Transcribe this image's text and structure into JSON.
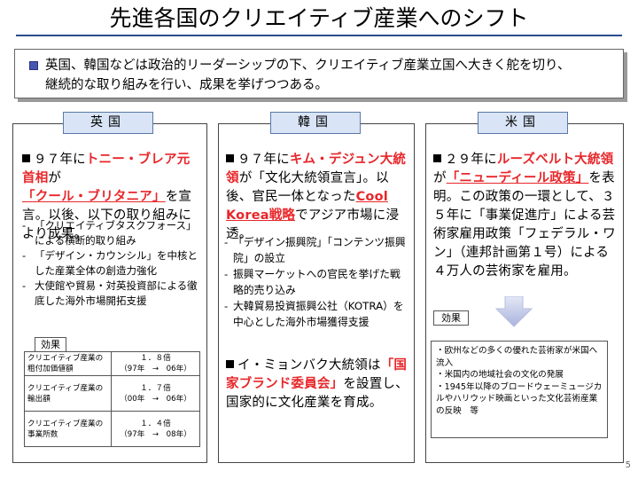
{
  "title": "先進各国のクリエイティブ産業へのシフト",
  "intro": {
    "line1": "英国、韓国などは政治的リーダーシップの下、クリエイティブ産業立国へ大きく舵を切り、",
    "line2": "継続的な取り組みを行い、成果を挙げつつある。"
  },
  "uk": {
    "tab": "英国",
    "main": {
      "p1": "９７年に",
      "red1": "トニー・ブレア元首相",
      "p2": "が",
      "red2": "「クール・ブリタニア」",
      "p3": "を宣言。以後、以下の取り組みにより成果。"
    },
    "sub_items": [
      "「クリエイティブタスクフォース」による横断的取り組み",
      "「デザイン・カウンシル」を中核とした産業全体の創造力強化",
      "大使館や貿易・対英投資部による徹底した海外市場開拓支援"
    ],
    "effect_label": "効果",
    "effects": [
      {
        "label_line1": "クリエイティブ産業の",
        "label_line2": "粗付加価値額",
        "value": "１．８倍",
        "period": "（97年　→　06年）"
      },
      {
        "label_line1": "クリエイティブ産業の",
        "label_line2": "輸出額",
        "value": "１．７倍",
        "period": "（00年　→　06年）"
      },
      {
        "label_line1": "クリエイティブ産業の",
        "label_line2": "事業所数",
        "value": "１．４倍",
        "period": "（97年　→　08年）"
      }
    ]
  },
  "kr": {
    "tab": "韓国",
    "main1": {
      "p1": "９７年に",
      "red1": "キム・デジュン大統領",
      "p2": "が「文化大統領宣言」。以後、官民一体となった",
      "red2": "Cool Korea戦略",
      "p3": "でアジア市場に浸透。"
    },
    "sub_items": [
      "「デザイン振興院」「コンテンツ振興院」の設立",
      "振興マーケットへの官民を挙げた戦略的売り込み",
      "大韓貿易投資振興公社（KOTRA）を中心とした海外市場獲得支援"
    ],
    "main2": {
      "p1": "イ・ミョンバク大統領は",
      "red1": "「国家ブランド委員会」",
      "p2": "を設置し、国家的に文化産業を育成。"
    }
  },
  "us": {
    "tab": "米国",
    "main": {
      "p1": "２９年に",
      "red1": "ルーズベルト大統領",
      "p2": "が",
      "red2": "「ニューディール政策」",
      "p3": "を表明。この政策の一環として、３５年に「事業促進庁」による芸術家雇用政策「フェデラル・ワン」（連邦計画第１号）による４万人の芸術家を雇用。"
    },
    "effect_label": "効果",
    "effects": [
      "・欧州などの多くの優れた芸術家が米国へ流入",
      "・米国内の地域社会の文化の発展",
      "・1945年以降のブロードウェーミュージカルやハリウッド映画といった文化芸術産業の反映　等"
    ]
  },
  "page_number": "5",
  "colors": {
    "accent_red": "#e8262a",
    "tab_fill": "#d9e5f6",
    "title_rule": "#2a4d8f",
    "arrow": "#c4cbe8"
  }
}
